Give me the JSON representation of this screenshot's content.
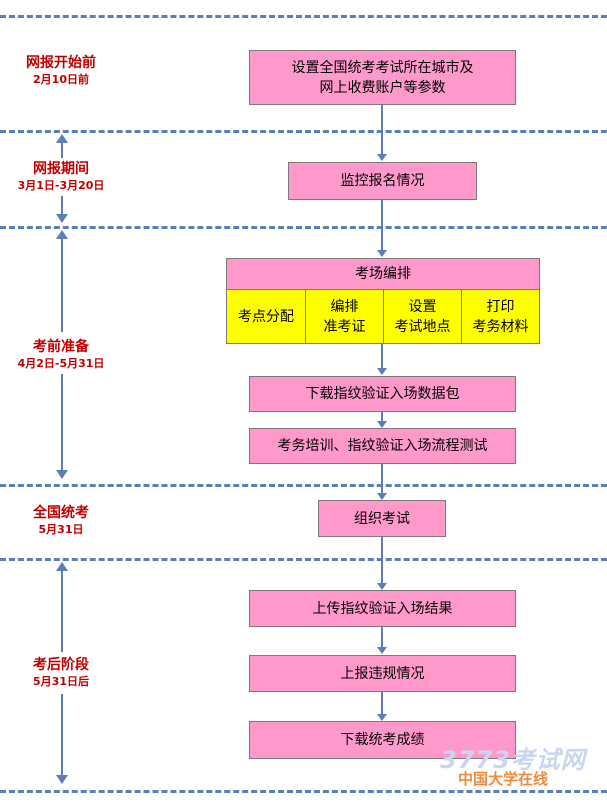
{
  "phases": [
    {
      "title": "网报开始前",
      "date": "2月10日前"
    },
    {
      "title": "网报期间",
      "date": "3月1日-3月20日"
    },
    {
      "title": "考前准备",
      "date": "4月2日-5月31日"
    },
    {
      "title": "全国统考",
      "date": "5月31日"
    },
    {
      "title": "考后阶段",
      "date": "5月31日后"
    }
  ],
  "steps": {
    "setup_line1": "设置全国统考考试所在城市及",
    "setup_line2": "网上收费账户等参数",
    "monitor": "监控报名情况",
    "arrange_title": "考场编排",
    "arrange_sub": [
      {
        "line1": "考点分配",
        "line2": ""
      },
      {
        "line1": "编排",
        "line2": "准考证"
      },
      {
        "line1": "设置",
        "line2": "考试地点"
      },
      {
        "line1": "打印",
        "line2": "考务材料"
      }
    ],
    "download_pkg": "下载指纹验证入场数据包",
    "training": "考务培训、指纹验证入场流程测试",
    "organize": "组织考试",
    "upload": "上传指纹验证入场结果",
    "report": "上报违规情况",
    "scores": "下载统考成绩"
  },
  "watermark": {
    "line1": "3773考试网",
    "line2": "中国大学在线"
  }
}
